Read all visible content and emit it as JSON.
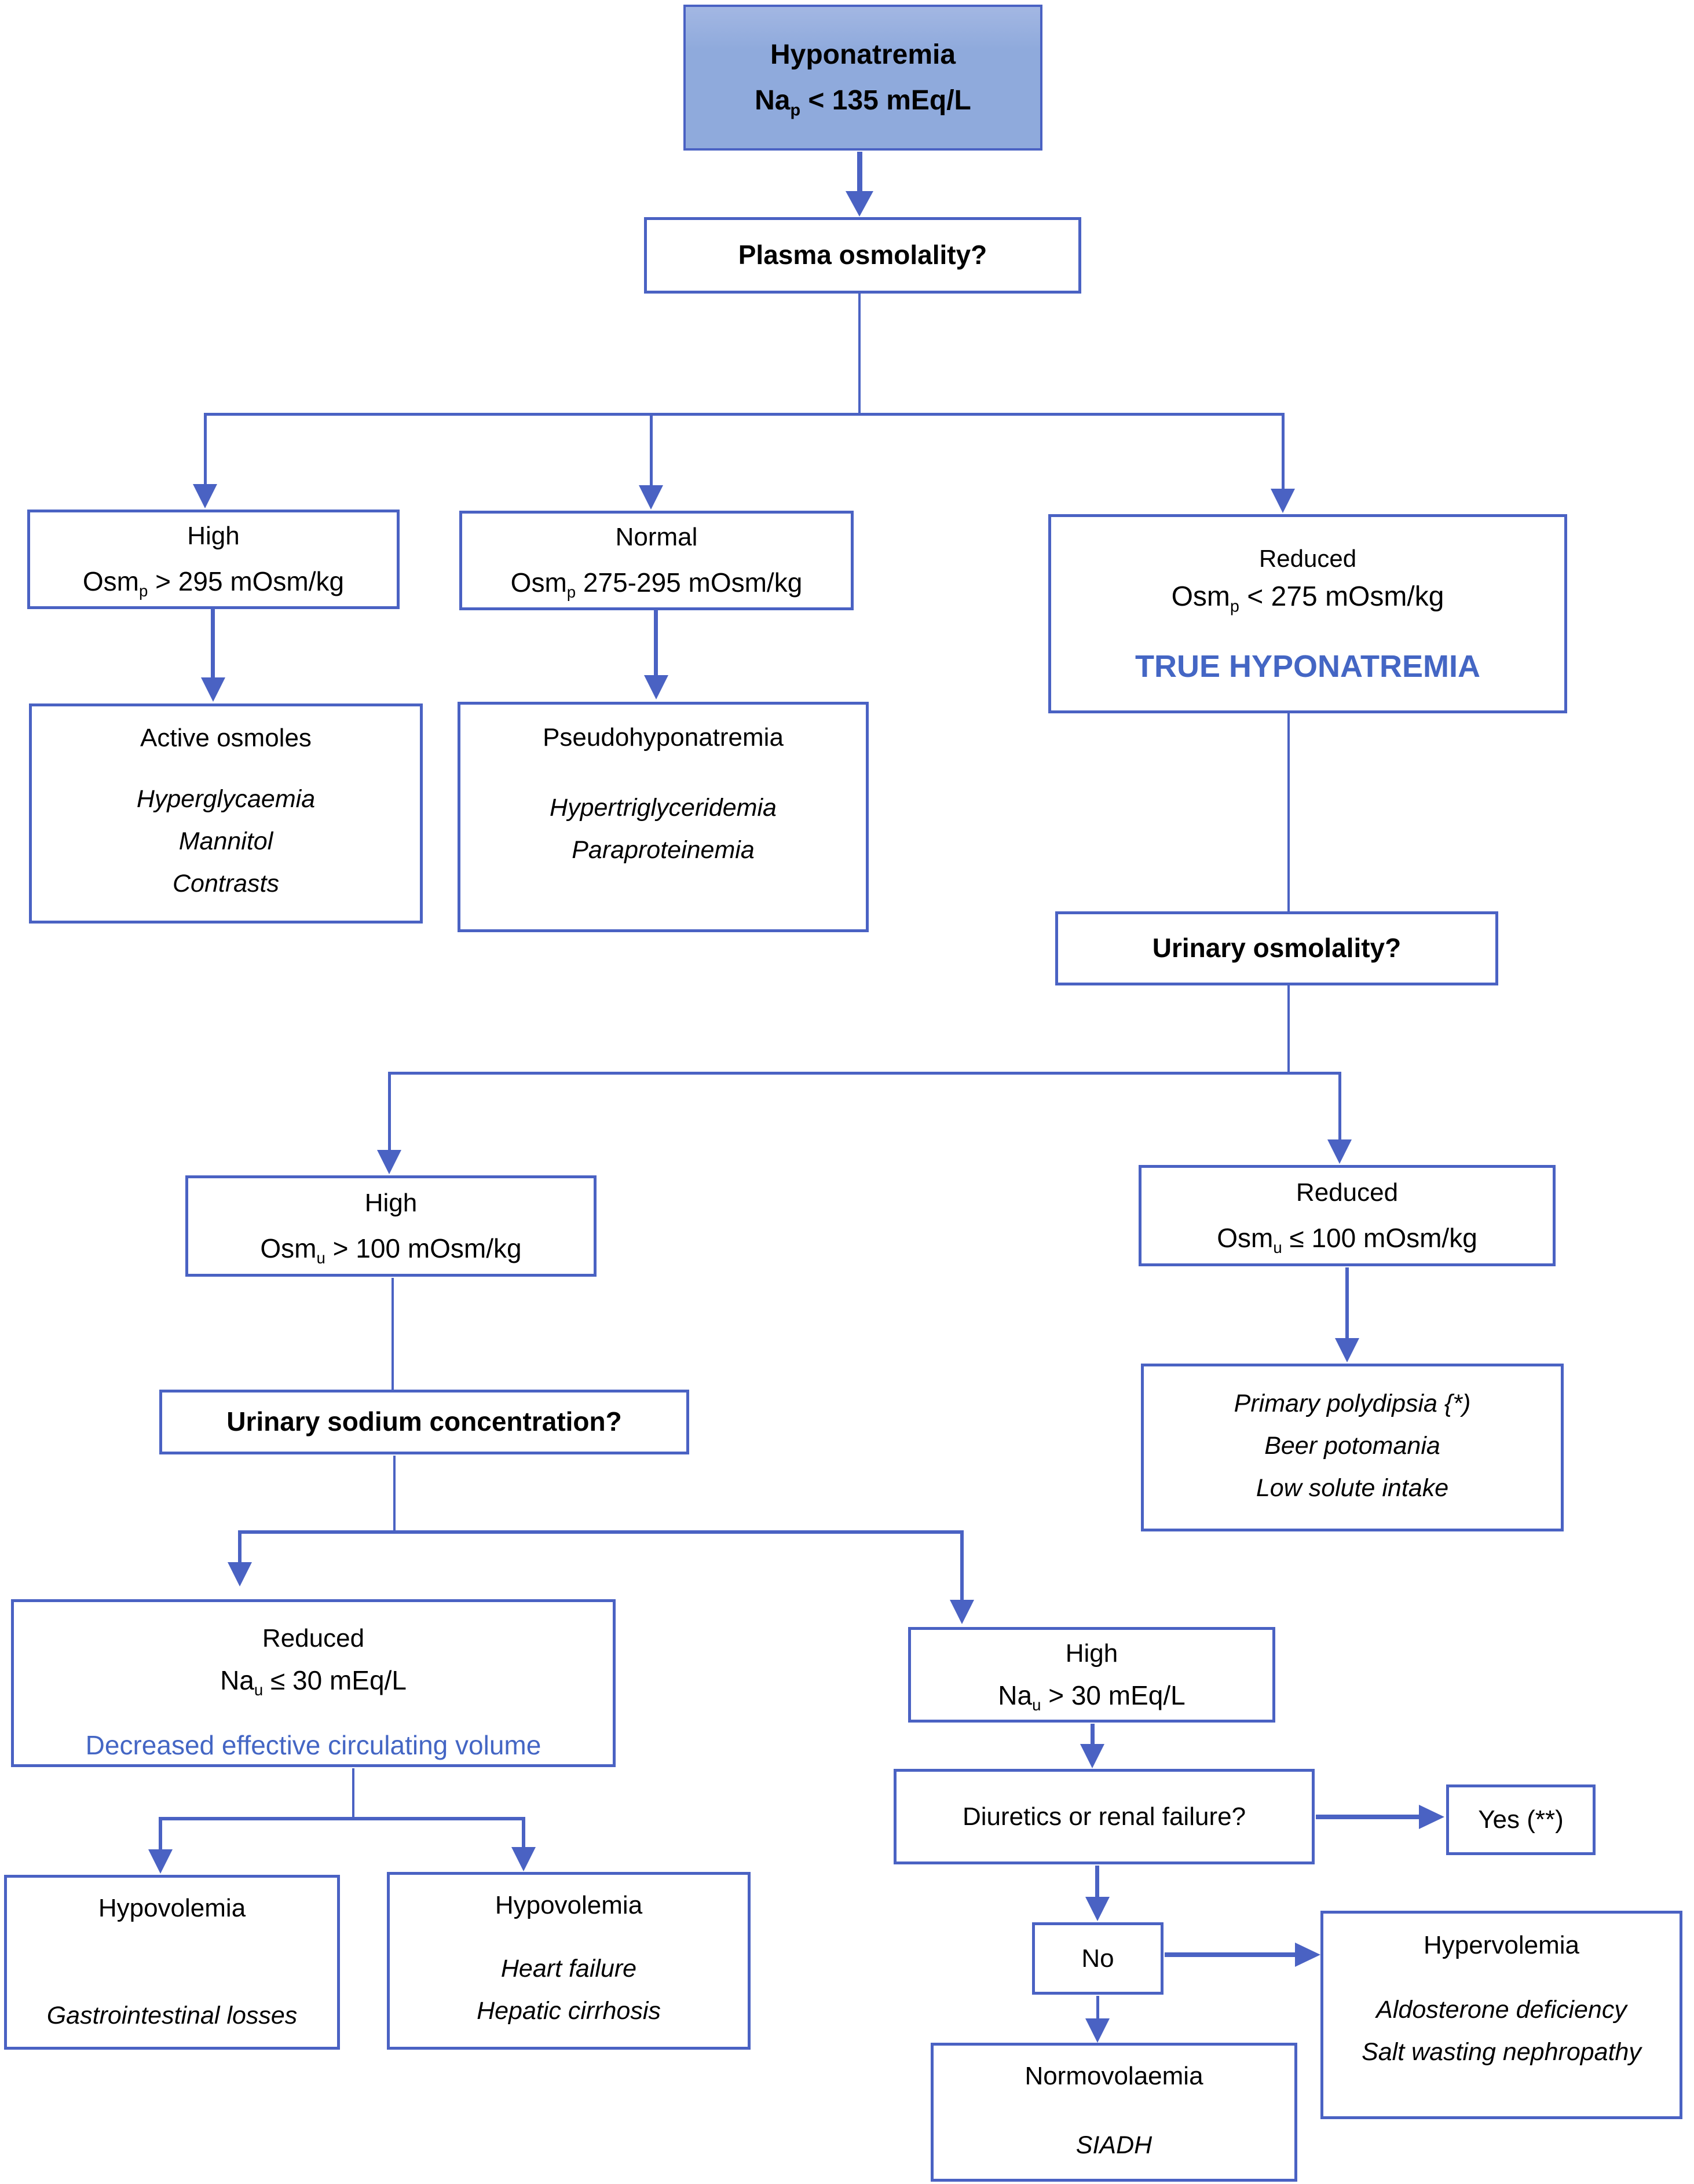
{
  "colors": {
    "line_blue": "#4a62c3",
    "start_fill": "#8faadc",
    "blue_text": "#4466c4"
  },
  "nodes": {
    "start": {
      "title": "Hyponatremia",
      "value": {
        "pre": "Na",
        "sub": "p",
        "post": " < 135 mEq/L"
      }
    },
    "plasma": {
      "label": "Plasma osmolality?"
    },
    "high_osmp": {
      "level": "High",
      "value": {
        "pre": "Osm",
        "sub": "p",
        "post": " > 295 mOsm/kg"
      }
    },
    "normal_osmp": {
      "level": "Normal",
      "value": {
        "pre": "Osm",
        "sub": "p",
        "post": " 275-295 mOsm/kg"
      }
    },
    "reduced_osmp": {
      "level": "Reduced",
      "value": {
        "pre": "Osm",
        "sub": "p",
        "post": " < 275 mOsm/kg"
      },
      "emphasis": "TRUE HYPONATREMIA"
    },
    "active_osmoles": {
      "title": "Active osmoles",
      "items": [
        "Hyperglycaemia",
        "Mannitol",
        "Contrasts"
      ]
    },
    "pseudohyponatremia": {
      "title": "Pseudohyponatremia",
      "items": [
        "Hypertriglyceridemia",
        "Paraproteinemia"
      ]
    },
    "urinary_osm": {
      "label": "Urinary osmolality?"
    },
    "high_osmu": {
      "level": "High",
      "value": {
        "pre": "Osm",
        "sub": "u",
        "post": " > 100 mOsm/kg"
      }
    },
    "reduced_osmu": {
      "level": "Reduced",
      "value": {
        "pre": "Osm",
        "sub": "u",
        "post": " ≤ 100 mOsm/kg"
      }
    },
    "low_solute": {
      "items": [
        "Primary polydipsia {*)",
        "Beer potomania",
        "Low solute intake"
      ]
    },
    "urinary_na": {
      "label": "Urinary sodium concentration?"
    },
    "reduced_nau": {
      "level": "Reduced",
      "value": {
        "pre": "Na",
        "sub": "u",
        "post": " ≤ 30 mEq/L"
      },
      "emphasis": "Decreased effective circulating volume"
    },
    "high_nau": {
      "level": "High",
      "value": {
        "pre": "Na",
        "sub": "u",
        "post": " > 30 mEq/L"
      }
    },
    "diuretics": {
      "label": "Diuretics or renal failure?"
    },
    "yes": {
      "label": "Yes (**)"
    },
    "no": {
      "label": "No"
    },
    "hypervolemia": {
      "title": "Hypervolemia",
      "items": [
        "Aldosterone deficiency",
        "Salt wasting nephropathy"
      ]
    },
    "normovolaemia": {
      "title": "Normovolaemia",
      "items": [
        "SIADH"
      ]
    },
    "hypovolemia_gi": {
      "title": "Hypovolemia",
      "items": [
        "Gastrointestinal losses"
      ]
    },
    "hypovolemia_cardiac": {
      "title": "Hypovolemia",
      "items": [
        "Heart failure",
        "Hepatic cirrhosis"
      ]
    }
  }
}
